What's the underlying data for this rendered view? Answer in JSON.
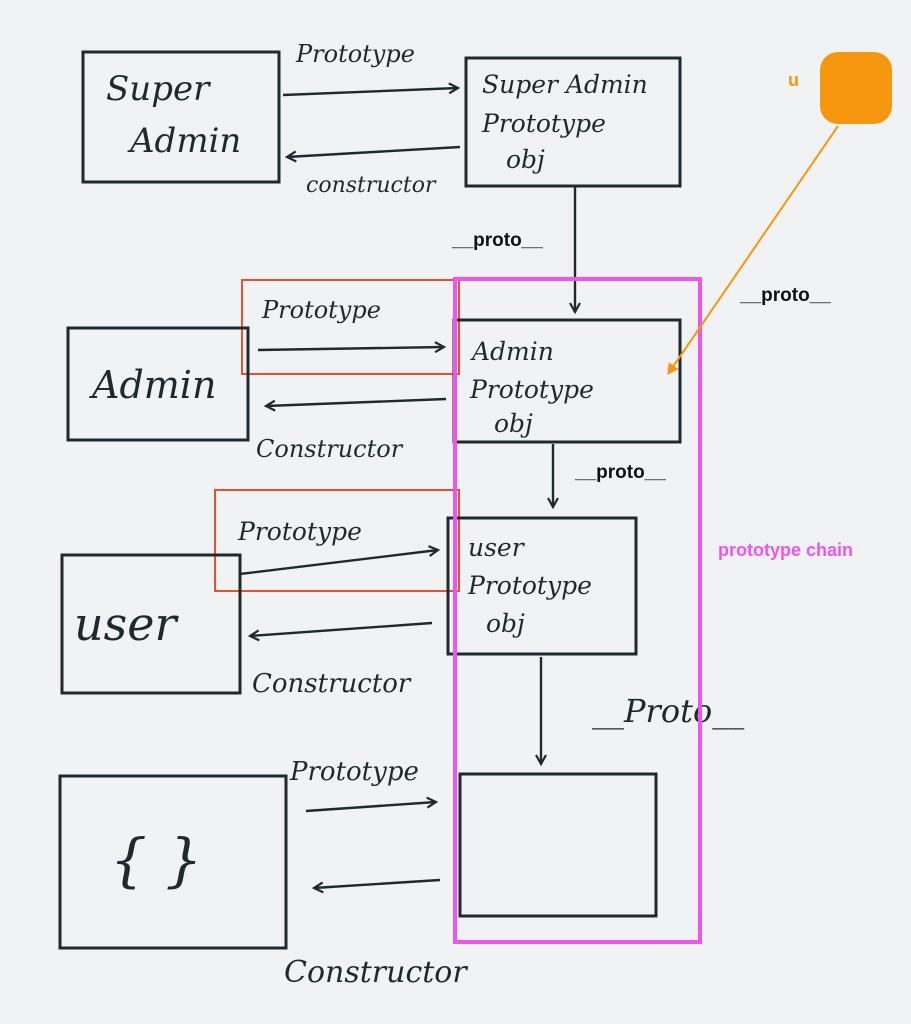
{
  "diagram": {
    "rows": [
      {
        "id": "super-admin",
        "constructor_label": [
          "Super",
          "Admin"
        ],
        "prototype_obj_label": [
          "Super Admin",
          "Prototype",
          "obj"
        ],
        "prototype_arrow_label": "Prototype",
        "constructor_arrow_label": "constructor"
      },
      {
        "id": "admin",
        "constructor_label": [
          "Admin"
        ],
        "prototype_obj_label": [
          "Admin",
          "Prototype",
          "obj"
        ],
        "prototype_arrow_label": "Prototype",
        "constructor_arrow_label": "Constructor"
      },
      {
        "id": "user",
        "constructor_label": [
          "user"
        ],
        "prototype_obj_label": [
          "user",
          "Prototype",
          "obj"
        ],
        "prototype_arrow_label": "Prototype",
        "constructor_arrow_label": "Constructor"
      },
      {
        "id": "object",
        "constructor_label": [
          "{ }"
        ],
        "prototype_obj_label": [],
        "prototype_arrow_label": "Prototype",
        "constructor_arrow_label": "Constructor"
      }
    ],
    "proto_links": [
      {
        "label": "__proto__",
        "style": "typed"
      },
      {
        "label": "__proto__",
        "style": "typed"
      },
      {
        "label": "__Proto__",
        "style": "hand"
      }
    ],
    "instance": {
      "label": "u",
      "color": "#f7960f",
      "link_label": "__proto__"
    },
    "chain": {
      "label": "prototype chain",
      "color": "#ee55ee"
    },
    "highlight_color": "#e8512f",
    "ink_color": "#1f2a2e"
  }
}
